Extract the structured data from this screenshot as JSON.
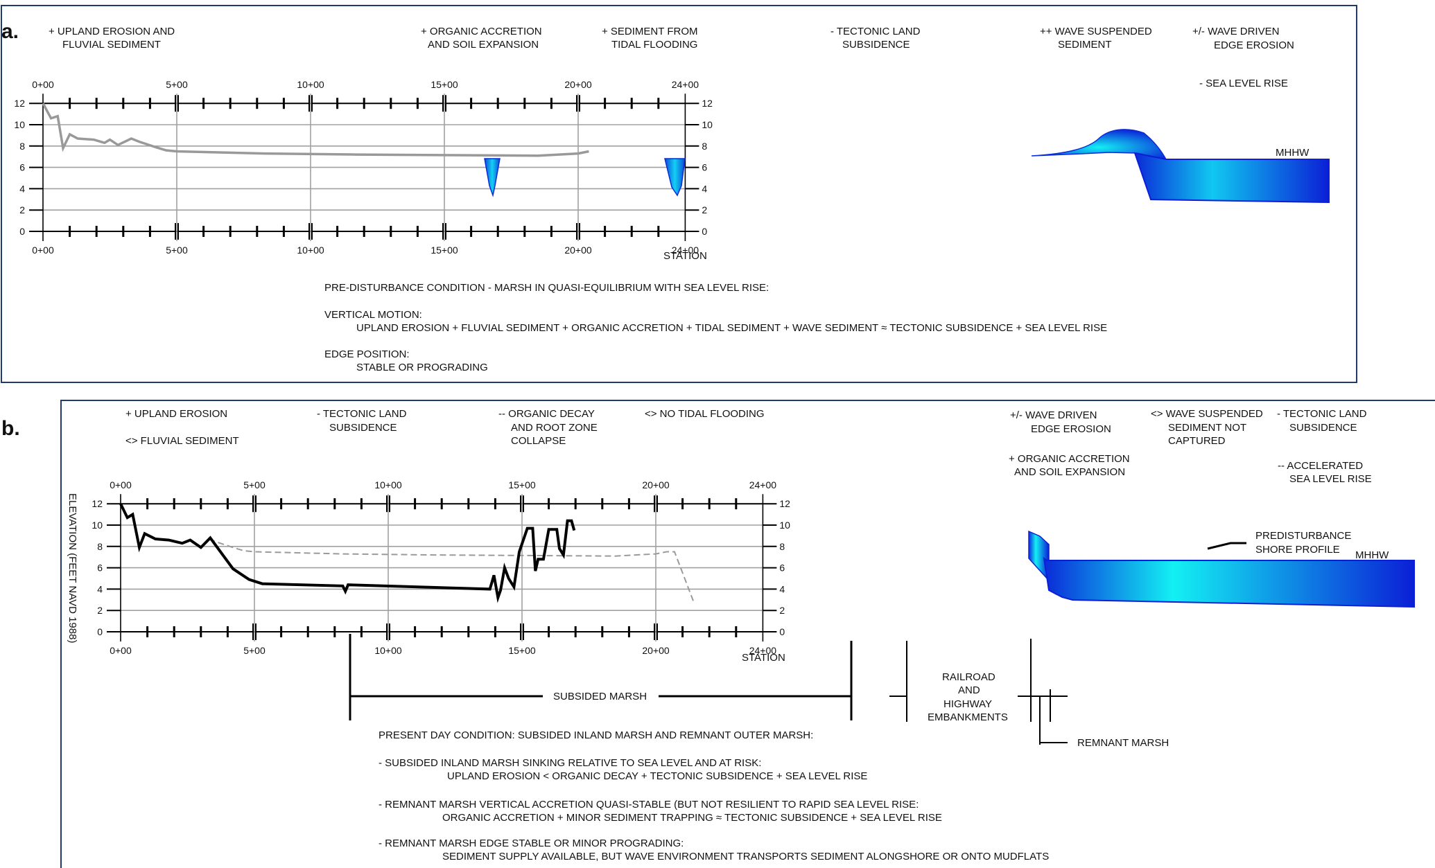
{
  "panel_a": {
    "label": "a.",
    "top_notes": [
      [
        "+ UPLAND EROSION AND",
        "FLUVIAL SEDIMENT"
      ],
      [
        "+ ORGANIC ACCRETION",
        "AND SOIL EXPANSION"
      ],
      [
        "+ SEDIMENT FROM",
        "TIDAL FLOODING"
      ],
      [
        "-  TECTONIC LAND",
        "SUBSIDENCE"
      ],
      [
        "++ WAVE SUSPENDED",
        "SEDIMENT"
      ],
      [
        "+/-  WAVE DRIVEN",
        "EDGE EROSION"
      ],
      [
        "-  SEA LEVEL RISE"
      ]
    ],
    "station_ticks": [
      "0+00",
      "5+00",
      "10+00",
      "15+00",
      "20+00",
      "24+00"
    ],
    "elevation_ticks": [
      "0",
      "2",
      "4",
      "6",
      "8",
      "10",
      "12"
    ],
    "x_axis_label": "STATION",
    "mhhw": "MHHW",
    "condition_lines": [
      "PRE-DISTURBANCE CONDITION - MARSH IN QUASI-EQUILIBRIUM WITH SEA LEVEL RISE:",
      "VERTICAL MOTION:",
      "UPLAND EROSION + FLUVIAL SEDIMENT + ORGANIC ACCRETION + TIDAL SEDIMENT + WAVE SEDIMENT  ≈ TECTONIC SUBSIDENCE +  SEA LEVEL RISE",
      "EDGE POSITION:",
      "STABLE OR PROGRADING"
    ],
    "profile": {
      "stations": [
        0,
        0.3,
        0.55,
        0.75,
        1.0,
        1.3,
        1.9,
        2.3,
        2.5,
        2.8,
        3.3,
        3.6,
        4.2,
        4.6,
        5.0,
        8.3,
        11.7,
        18.5,
        20.0,
        20.4
      ],
      "elevations": [
        12,
        10.6,
        10.8,
        7.8,
        9.1,
        8.7,
        8.6,
        8.3,
        8.6,
        8.1,
        8.7,
        8.4,
        7.9,
        7.6,
        7.5,
        7.3,
        7.2,
        7.1,
        7.3,
        7.5
      ]
    },
    "colors": {
      "water_dark": "#0b1fd6",
      "water_light": "#13f0f3",
      "profile": "#999999"
    }
  },
  "panel_b": {
    "label": "b.",
    "top_notes": [
      [
        "+ UPLAND EROSION"
      ],
      [
        "<> FLUVIAL SEDIMENT"
      ],
      [
        "-  TECTONIC LAND",
        "SUBSIDENCE"
      ],
      [
        "--  ORGANIC DECAY",
        "AND ROOT ZONE",
        "COLLAPSE"
      ],
      [
        "<> NO  TIDAL FLOODING"
      ],
      [
        "+/-  WAVE DRIVEN",
        "EDGE EROSION"
      ],
      [
        "+ ORGANIC ACCRETION",
        "AND SOIL EXPANSION"
      ],
      [
        "<> WAVE SUSPENDED",
        "SEDIMENT NOT",
        "CAPTURED"
      ],
      [
        "-  TECTONIC LAND",
        "SUBSIDENCE"
      ],
      [
        "--  ACCELERATED",
        "SEA LEVEL RISE"
      ]
    ],
    "station_ticks": [
      "0+00",
      "5+00",
      "10+00",
      "15+00",
      "20+00",
      "24+00"
    ],
    "elevation_ticks": [
      "0",
      "2",
      "4",
      "6",
      "8",
      "10",
      "12"
    ],
    "y_axis_label": "ELEVATION (FEET NAVD 1988)",
    "x_axis_label": "STATION",
    "mhhw": "MHHW",
    "predisturbance_label": [
      "PREDISTURBANCE",
      "SHORE PROFILE"
    ],
    "subsided_marsh": "SUBSIDED MARSH",
    "embankments": [
      "RAILROAD",
      "AND",
      "HIGHWAY",
      "EMBANKMENTS"
    ],
    "remnant_marsh": "REMNANT MARSH",
    "condition_lines": [
      "PRESENT DAY CONDITION: SUBSIDED INLAND MARSH AND REMNANT OUTER MARSH:",
      "-  SUBSIDED INLAND MARSH SINKING RELATIVE TO SEA LEVEL AND AT RISK:",
      "UPLAND EROSION  <   ORGANIC DECAY  + TECTONIC SUBSIDENCE +  SEA LEVEL RISE",
      "-  REMNANT MARSH VERTICAL ACCRETION QUASI-STABLE (BUT NOT RESILIENT TO RAPID SEA LEVEL RISE:",
      "ORGANIC ACCRETION + MINOR SEDIMENT TRAPPING  ≈ TECTONIC SUBSIDENCE +  SEA LEVEL RISE",
      "-  REMNANT MARSH EDGE STABLE OR MINOR PROGRADING:",
      "SEDIMENT SUPPLY AVAILABLE, BUT WAVE ENVIRONMENT TRANSPORTS SEDIMENT ALONGSHORE OR ONTO MUDFLATS"
    ],
    "profile": {
      "stations": [
        0,
        0.25,
        0.45,
        0.7,
        0.9,
        1.3,
        1.8,
        2.3,
        2.6,
        3.0,
        3.35,
        4.2,
        4.8,
        5.3,
        8.3,
        8.4,
        8.5,
        13.8,
        13.95,
        14.1,
        14.2,
        14.35,
        14.5,
        14.7,
        14.9,
        15.2,
        15.4,
        15.5,
        15.6,
        15.8,
        16.0,
        16.3,
        16.4,
        16.55,
        16.7,
        16.85,
        16.95
      ],
      "elevations": [
        12,
        10.7,
        11,
        7.9,
        9.2,
        8.7,
        8.6,
        8.3,
        8.6,
        7.9,
        8.8,
        5.9,
        4.9,
        4.5,
        4.3,
        3.8,
        4.4,
        4.0,
        5.3,
        3.2,
        3.9,
        6.0,
        5.0,
        4.2,
        7.5,
        9.7,
        9.7,
        5.7,
        6.8,
        6.8,
        9.6,
        9.6,
        7.8,
        7.2,
        10.4,
        10.4,
        9.5
      ]
    },
    "colors": {
      "water_dark": "#0b1fd6",
      "water_light": "#13f0f3",
      "profile": "#000000",
      "predisturbance": "#9a9a9a"
    }
  }
}
